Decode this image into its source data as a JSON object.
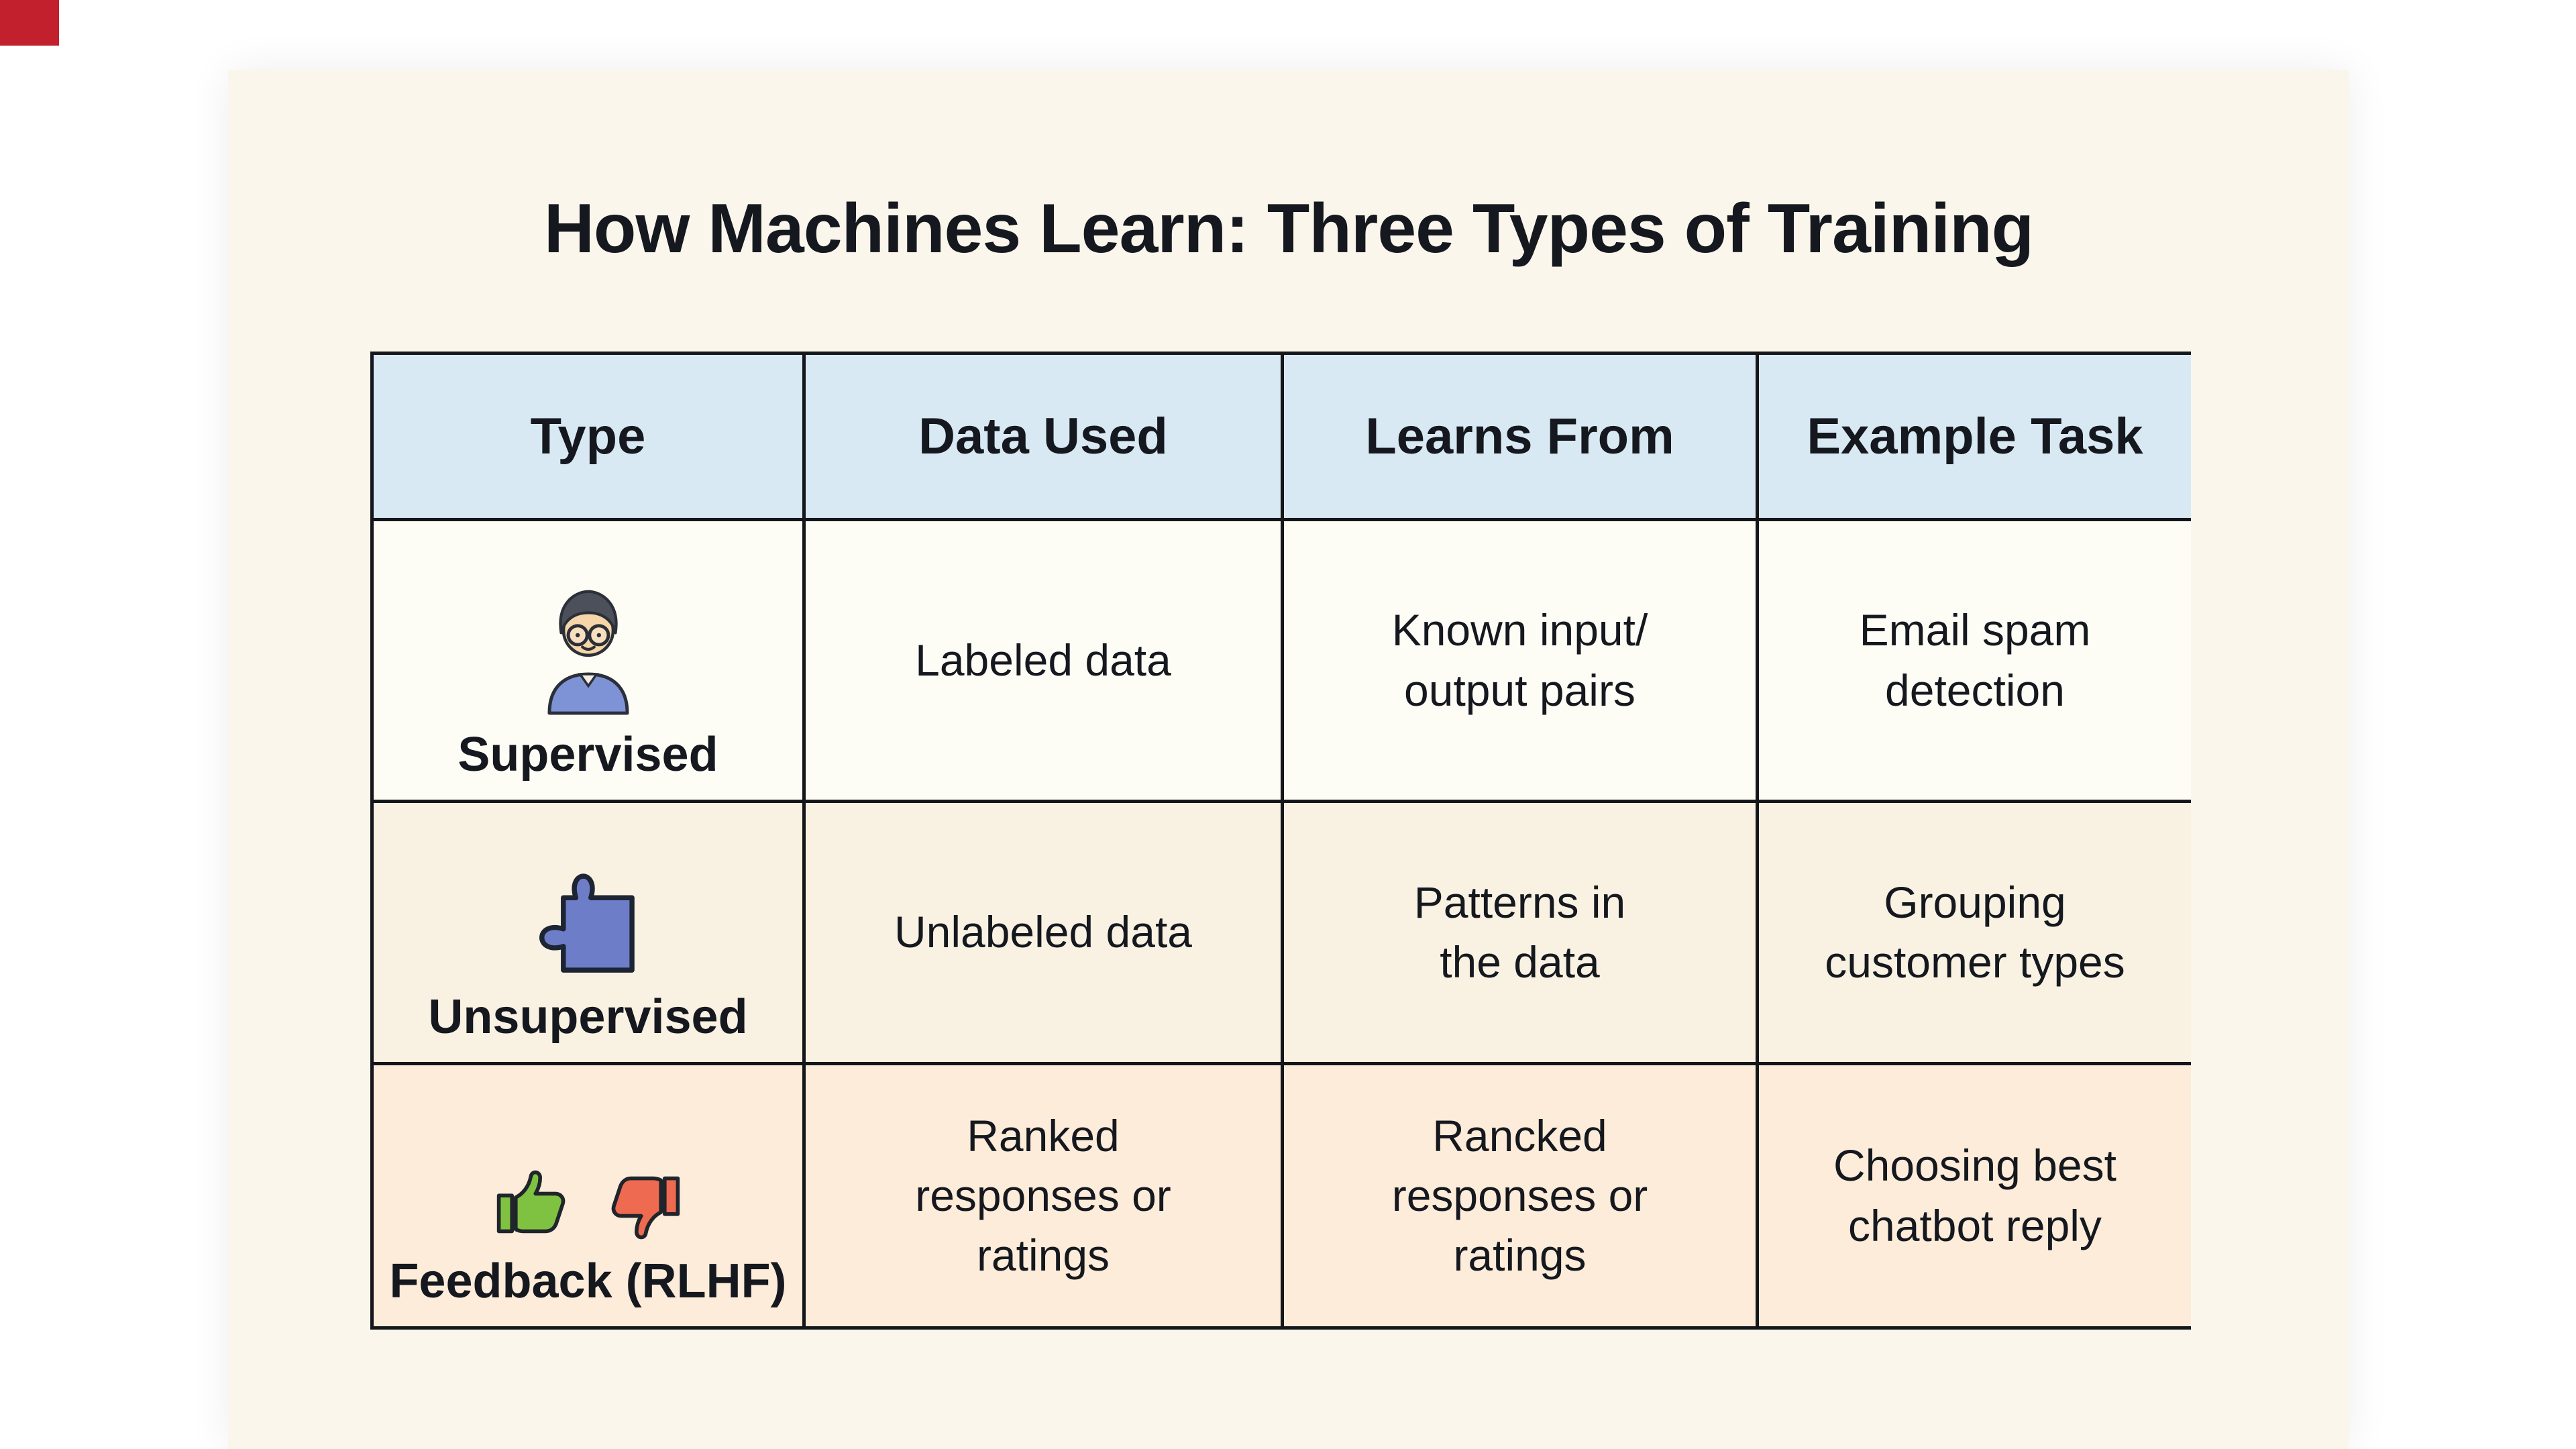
{
  "page": {
    "title": "How Machines Learn: Three Types of Training"
  },
  "table": {
    "headers": [
      "Type",
      "Data Used",
      "Learns From",
      "Example Task"
    ],
    "rows": [
      {
        "type_label": "Supervised",
        "icon": "person-icon",
        "data_used": "Labeled data",
        "learns_from": "Known input/\noutput pairs",
        "example_task": "Email spam\ndetection"
      },
      {
        "type_label": "Unsupervised",
        "icon": "puzzle-icon",
        "data_used": "Unlabeled data",
        "learns_from": "Patterns in\nthe data",
        "example_task": "Grouping\ncustomer types"
      },
      {
        "type_label": "Feedback (RLHF)",
        "icon": "thumbs-up-down-icon",
        "data_used": "Ranked\nresponses or\nratings",
        "learns_from": "Rancked\nresponses or\nratings",
        "example_task": "Choosing best\nchatbot reply"
      }
    ]
  },
  "colors": {
    "card_bg": "#faf6ec",
    "header_bg": "#d8e9f4",
    "row1_bg": "#fdfcf5",
    "row2_bg": "#f9f2e3",
    "row3_bg": "#fcecd9",
    "border": "#14161a",
    "text": "#15181e",
    "corner_swatch": "#c2202c",
    "puzzle_fill": "#6d7dc8",
    "thumb_up_fill": "#7fc241",
    "thumb_down_fill": "#ee6a50",
    "shirt_fill": "#7e93d6"
  }
}
